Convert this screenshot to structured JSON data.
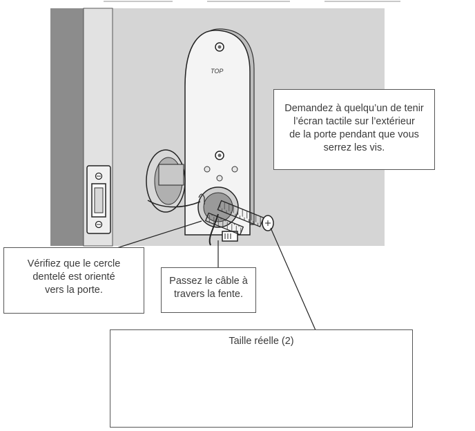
{
  "header_fragment": "",
  "door_diagram": {
    "plate_label": "TOP"
  },
  "callouts": {
    "screen_holder": [
      "Demandez à quelqu’un de tenir",
      "l’écran tactile sur l’extérieur",
      "de la porte pendant que vous",
      "serrez les vis."
    ],
    "serrated_circle": [
      "Vérifiez que le cercle",
      "dentelé est orienté",
      "vers la porte."
    ],
    "cable_slot": [
      "Passez le câble à",
      "travers la fente."
    ]
  },
  "actual_size": {
    "title": "Taille réelle (2)"
  },
  "colors": {
    "wall": "#d5d5d5",
    "door_edge_dark": "#8c8c8c",
    "door_edge_light": "#e2e2e2",
    "outline": "#2a2a2a",
    "screw_background": "#575757"
  }
}
